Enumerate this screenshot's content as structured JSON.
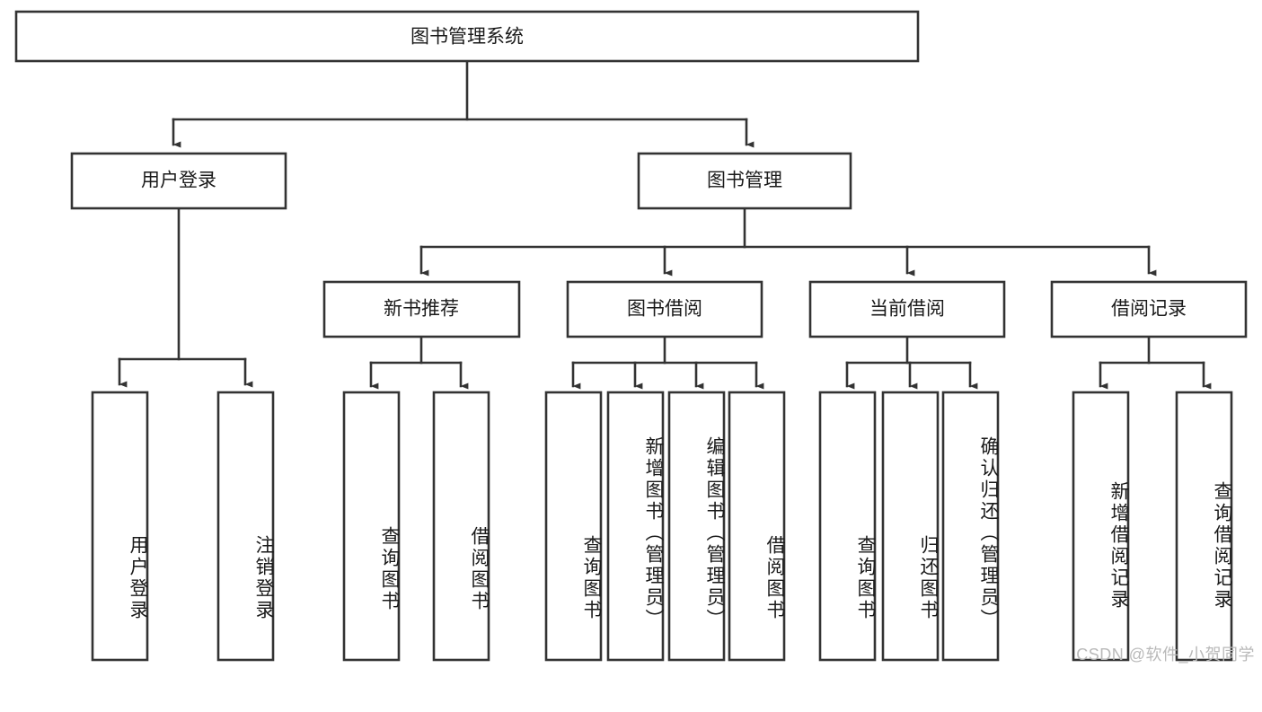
{
  "diagram": {
    "type": "tree",
    "title": "图书管理系统",
    "orientation": "top-down",
    "watermark": "CSDN @软件_小贺同学",
    "colors": {
      "box_fill": "#ffffff",
      "box_stroke": "#333333",
      "text": "#1a1a1a",
      "watermark": "#b9b9b9",
      "background": "#ffffff"
    },
    "root": {
      "label": "图书管理系统"
    },
    "level2": [
      {
        "label": "用户登录"
      },
      {
        "label": "图书管理"
      }
    ],
    "level3": [
      {
        "label": "新书推荐"
      },
      {
        "label": "图书借阅"
      },
      {
        "label": "当前借阅"
      },
      {
        "label": "借阅记录"
      }
    ],
    "leaves": {
      "user_login": [
        {
          "label": "用户登录"
        },
        {
          "label": "注销登录"
        }
      ],
      "new_book_recommend": [
        {
          "label": "查询图书"
        },
        {
          "label": "借阅图书"
        }
      ],
      "book_borrow": [
        {
          "label": "查询图书"
        },
        {
          "label": "新增图书（管理员）"
        },
        {
          "label": "编辑图书（管理员）"
        },
        {
          "label": "借阅图书"
        }
      ],
      "current_borrow": [
        {
          "label": "查询图书"
        },
        {
          "label": "归还图书"
        },
        {
          "label": "确认归还（管理员）"
        }
      ],
      "borrow_records": [
        {
          "label": "新增借阅记录"
        },
        {
          "label": "查询借阅记录"
        }
      ]
    }
  }
}
